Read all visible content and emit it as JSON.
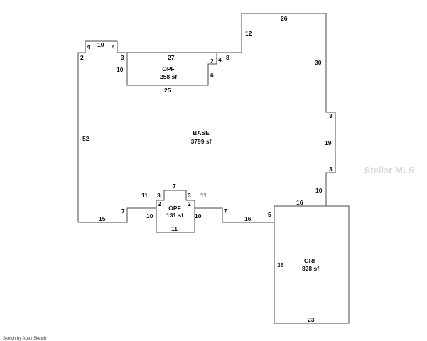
{
  "footer": "Sketch by Apex Sketch",
  "watermark": "Stellar MLS",
  "areas": {
    "base": {
      "name": "BASE",
      "size": "3799 sf"
    },
    "opf_top": {
      "name": "OPF",
      "size": "258 sf"
    },
    "opf_bottom": {
      "name": "OPF",
      "size": "131 sf"
    },
    "grf": {
      "name": "GRF",
      "size": "828 sf"
    }
  },
  "dimensions": {
    "base_left": "52",
    "base_top_left_2": "2",
    "base_top_left_4a": "4",
    "base_top_left_10": "10",
    "base_top_left_4b": "4",
    "base_top_left_3": "3",
    "base_top_4": "4",
    "base_top_8": "8",
    "base_top_12": "12",
    "base_top_26": "26",
    "base_right_30": "30",
    "base_right_3a": "3",
    "base_right_19": "19",
    "base_right_3b": "3",
    "base_right_10": "10",
    "base_bottom_16": "16",
    "base_bottom_5": "5",
    "base_bottom_16b": "16",
    "base_bottom_7b": "7",
    "base_bottom_11b": "11",
    "base_bottom_11a": "11",
    "base_bottom_7a": "7",
    "base_bottom_15": "15",
    "opf_top_27": "27",
    "opf_top_2": "2",
    "opf_top_6": "6",
    "opf_top_25": "25",
    "opf_top_10": "10",
    "opf_bottom_7": "7",
    "opf_bottom_3a": "3",
    "opf_bottom_3b": "3",
    "opf_bottom_2a": "2",
    "opf_bottom_2b": "2",
    "opf_bottom_10a": "10",
    "opf_bottom_10b": "10",
    "opf_bottom_11": "11",
    "grf_36": "36",
    "grf_23": "23"
  }
}
